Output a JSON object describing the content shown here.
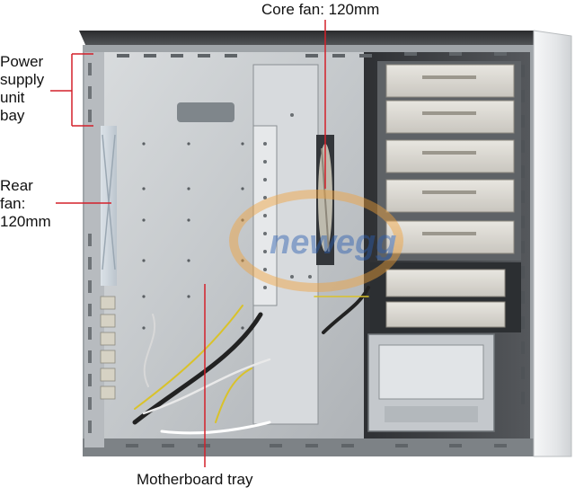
{
  "annotations": {
    "core_fan": "Core fan: 120mm",
    "power_supply_bay": "Power\nsupply\nunit\nbay",
    "rear_fan": "Rear\nfan:\n120mm",
    "motherboard_tray": "Motherboard tray"
  },
  "watermark": "newegg",
  "colors": {
    "leader_line": "#d4202a",
    "chassis_steel": "#c9cdd0",
    "chassis_shadow": "#3a3c3e",
    "watermark_orange": "#f2a23a",
    "watermark_blue": "#2a5db0"
  }
}
